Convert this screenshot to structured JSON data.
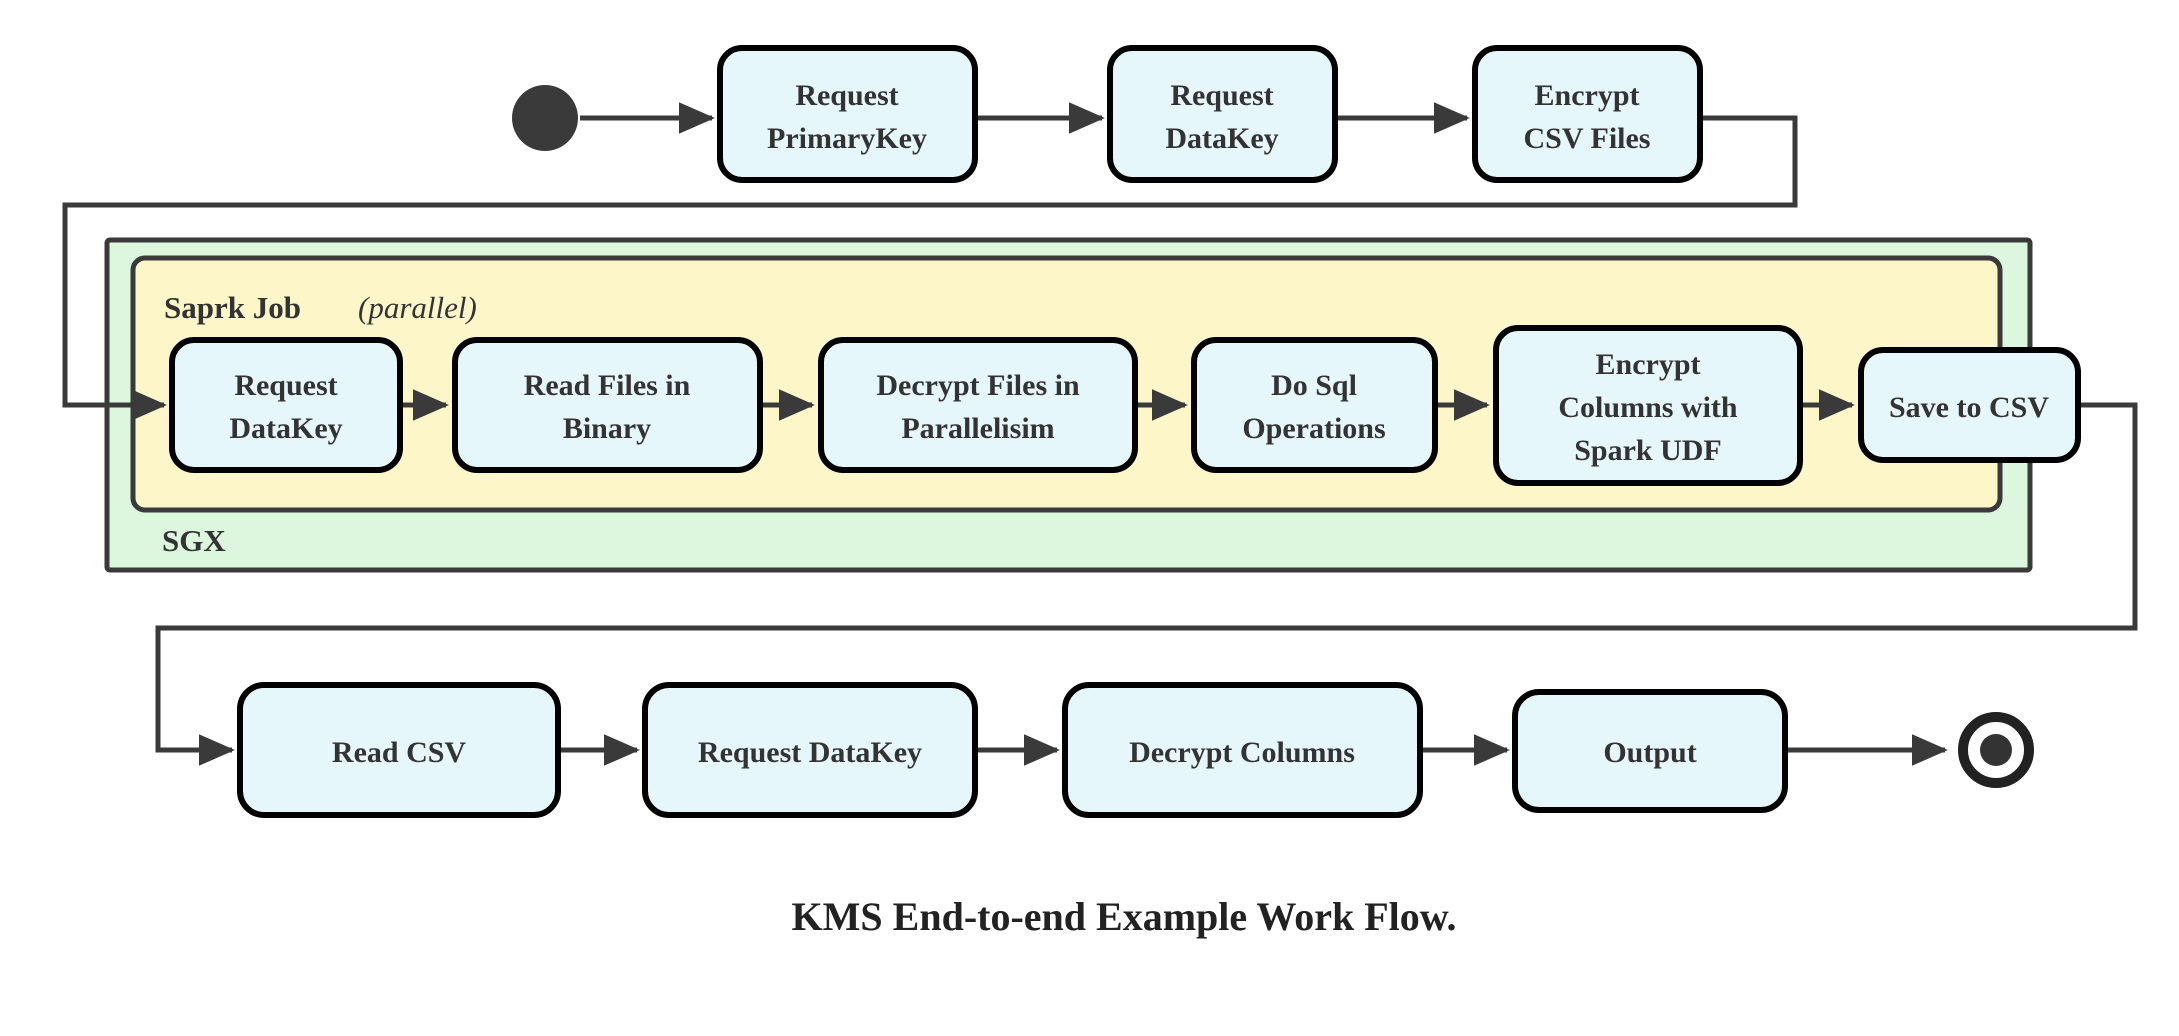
{
  "diagram": {
    "caption": "KMS End-to-end Example Work Flow.",
    "colors": {
      "node_fill": "#e6f7fb",
      "node_stroke": "#000000",
      "sgx_fill": "#ddf7df",
      "spark_fill": "#fdf6c8",
      "group_stroke": "#3a3a3a",
      "edge": "#3a3a3a",
      "text": "#333333"
    },
    "groups": {
      "outer": {
        "label": "SGX"
      },
      "inner": {
        "label": "Saprk Job",
        "qualifier": "parallel",
        "qualifier_open": "(",
        "qualifier_close": ")"
      }
    },
    "start_node": {
      "name": "start"
    },
    "end_node": {
      "name": "end"
    },
    "nodes": {
      "top": [
        {
          "id": "request-primarykey",
          "line1": "Request",
          "line2": "PrimaryKey"
        },
        {
          "id": "request-datakey-top",
          "line1": "Request",
          "line2": "DataKey"
        },
        {
          "id": "encrypt-csv-files",
          "line1": "Encrypt",
          "line2": "CSV Files"
        }
      ],
      "spark": [
        {
          "id": "request-datakey-spark",
          "line1": "Request",
          "line2": "DataKey"
        },
        {
          "id": "read-files-in-binary",
          "line1": "Read Files in",
          "line2": "Binary"
        },
        {
          "id": "decrypt-files-in-parallelisim",
          "line1": "Decrypt Files in",
          "line2": "Parallelisim"
        },
        {
          "id": "do-sql-operations",
          "line1": "Do Sql",
          "line2": "Operations"
        },
        {
          "id": "encrypt-columns-with-spark-udf",
          "line1": "Encrypt",
          "line2": "Columns with",
          "line3": "Spark UDF"
        },
        {
          "id": "save-to-csv",
          "line1": "Save to CSV"
        }
      ],
      "bottom": [
        {
          "id": "read-csv",
          "line1": "Read CSV"
        },
        {
          "id": "request-datakey-bottom",
          "line1": "Request DataKey"
        },
        {
          "id": "decrypt-columns",
          "line1": "Decrypt Columns"
        },
        {
          "id": "output",
          "line1": "Output"
        }
      ]
    }
  }
}
